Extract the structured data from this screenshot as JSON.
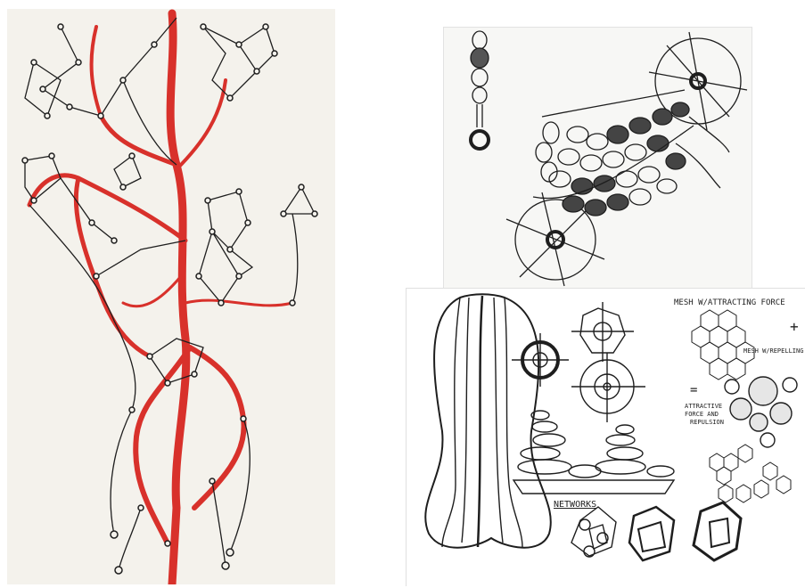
{
  "image": {
    "description_panels": [
      "red-branching-network-drawing",
      "attractor-mesh-sketch",
      "mesh-and-networks-sketch-sheet"
    ]
  },
  "labels": {
    "mesh_attracting": "MESH W/ATTRACTING FORCE",
    "plus": "+",
    "mesh_repelling": "MESH W/REPELLING",
    "equals": "=",
    "attractive_line1": "ATTRACTIVE",
    "attractive_line2": "FORCE AND",
    "attractive_line3": "REPULSION",
    "networks": "NETWORKS"
  },
  "colors": {
    "ink": "#1e1e1e",
    "red": "#d8312b",
    "paper_left": "#f4f2ec"
  }
}
